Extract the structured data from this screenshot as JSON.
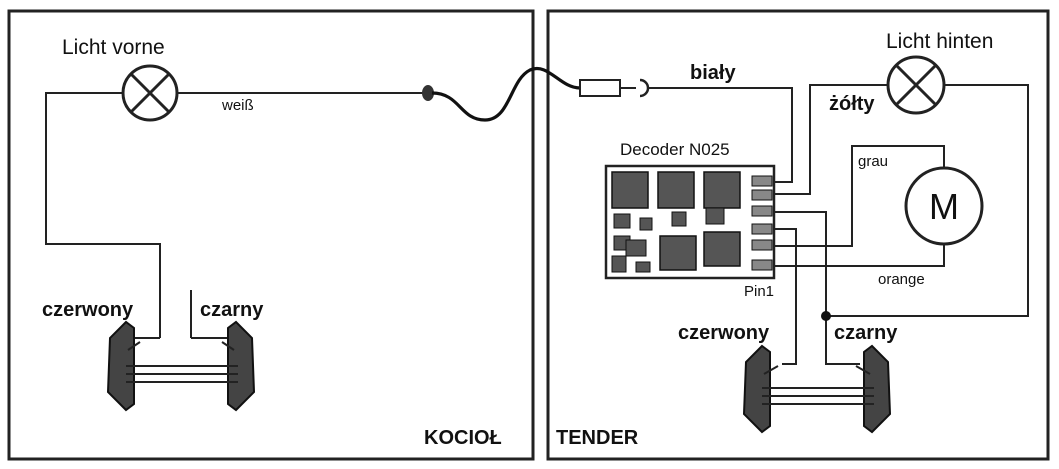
{
  "sections": {
    "left": "KOCIOŁ",
    "right": "TENDER"
  },
  "lamps": {
    "front": "Licht vorne",
    "rear": "Licht hinten"
  },
  "decoder": {
    "title": "Decoder N025",
    "pin": "Pin1"
  },
  "motor": {
    "symbol": "M"
  },
  "wires": {
    "white_de": "weiß",
    "white_pl": "biały",
    "yellow": "żółty",
    "grey": "grau",
    "orange": "orange"
  },
  "wheels": {
    "left_red": "czerwony",
    "left_black": "czarny",
    "right_red": "czerwony",
    "right_black": "czarny"
  }
}
